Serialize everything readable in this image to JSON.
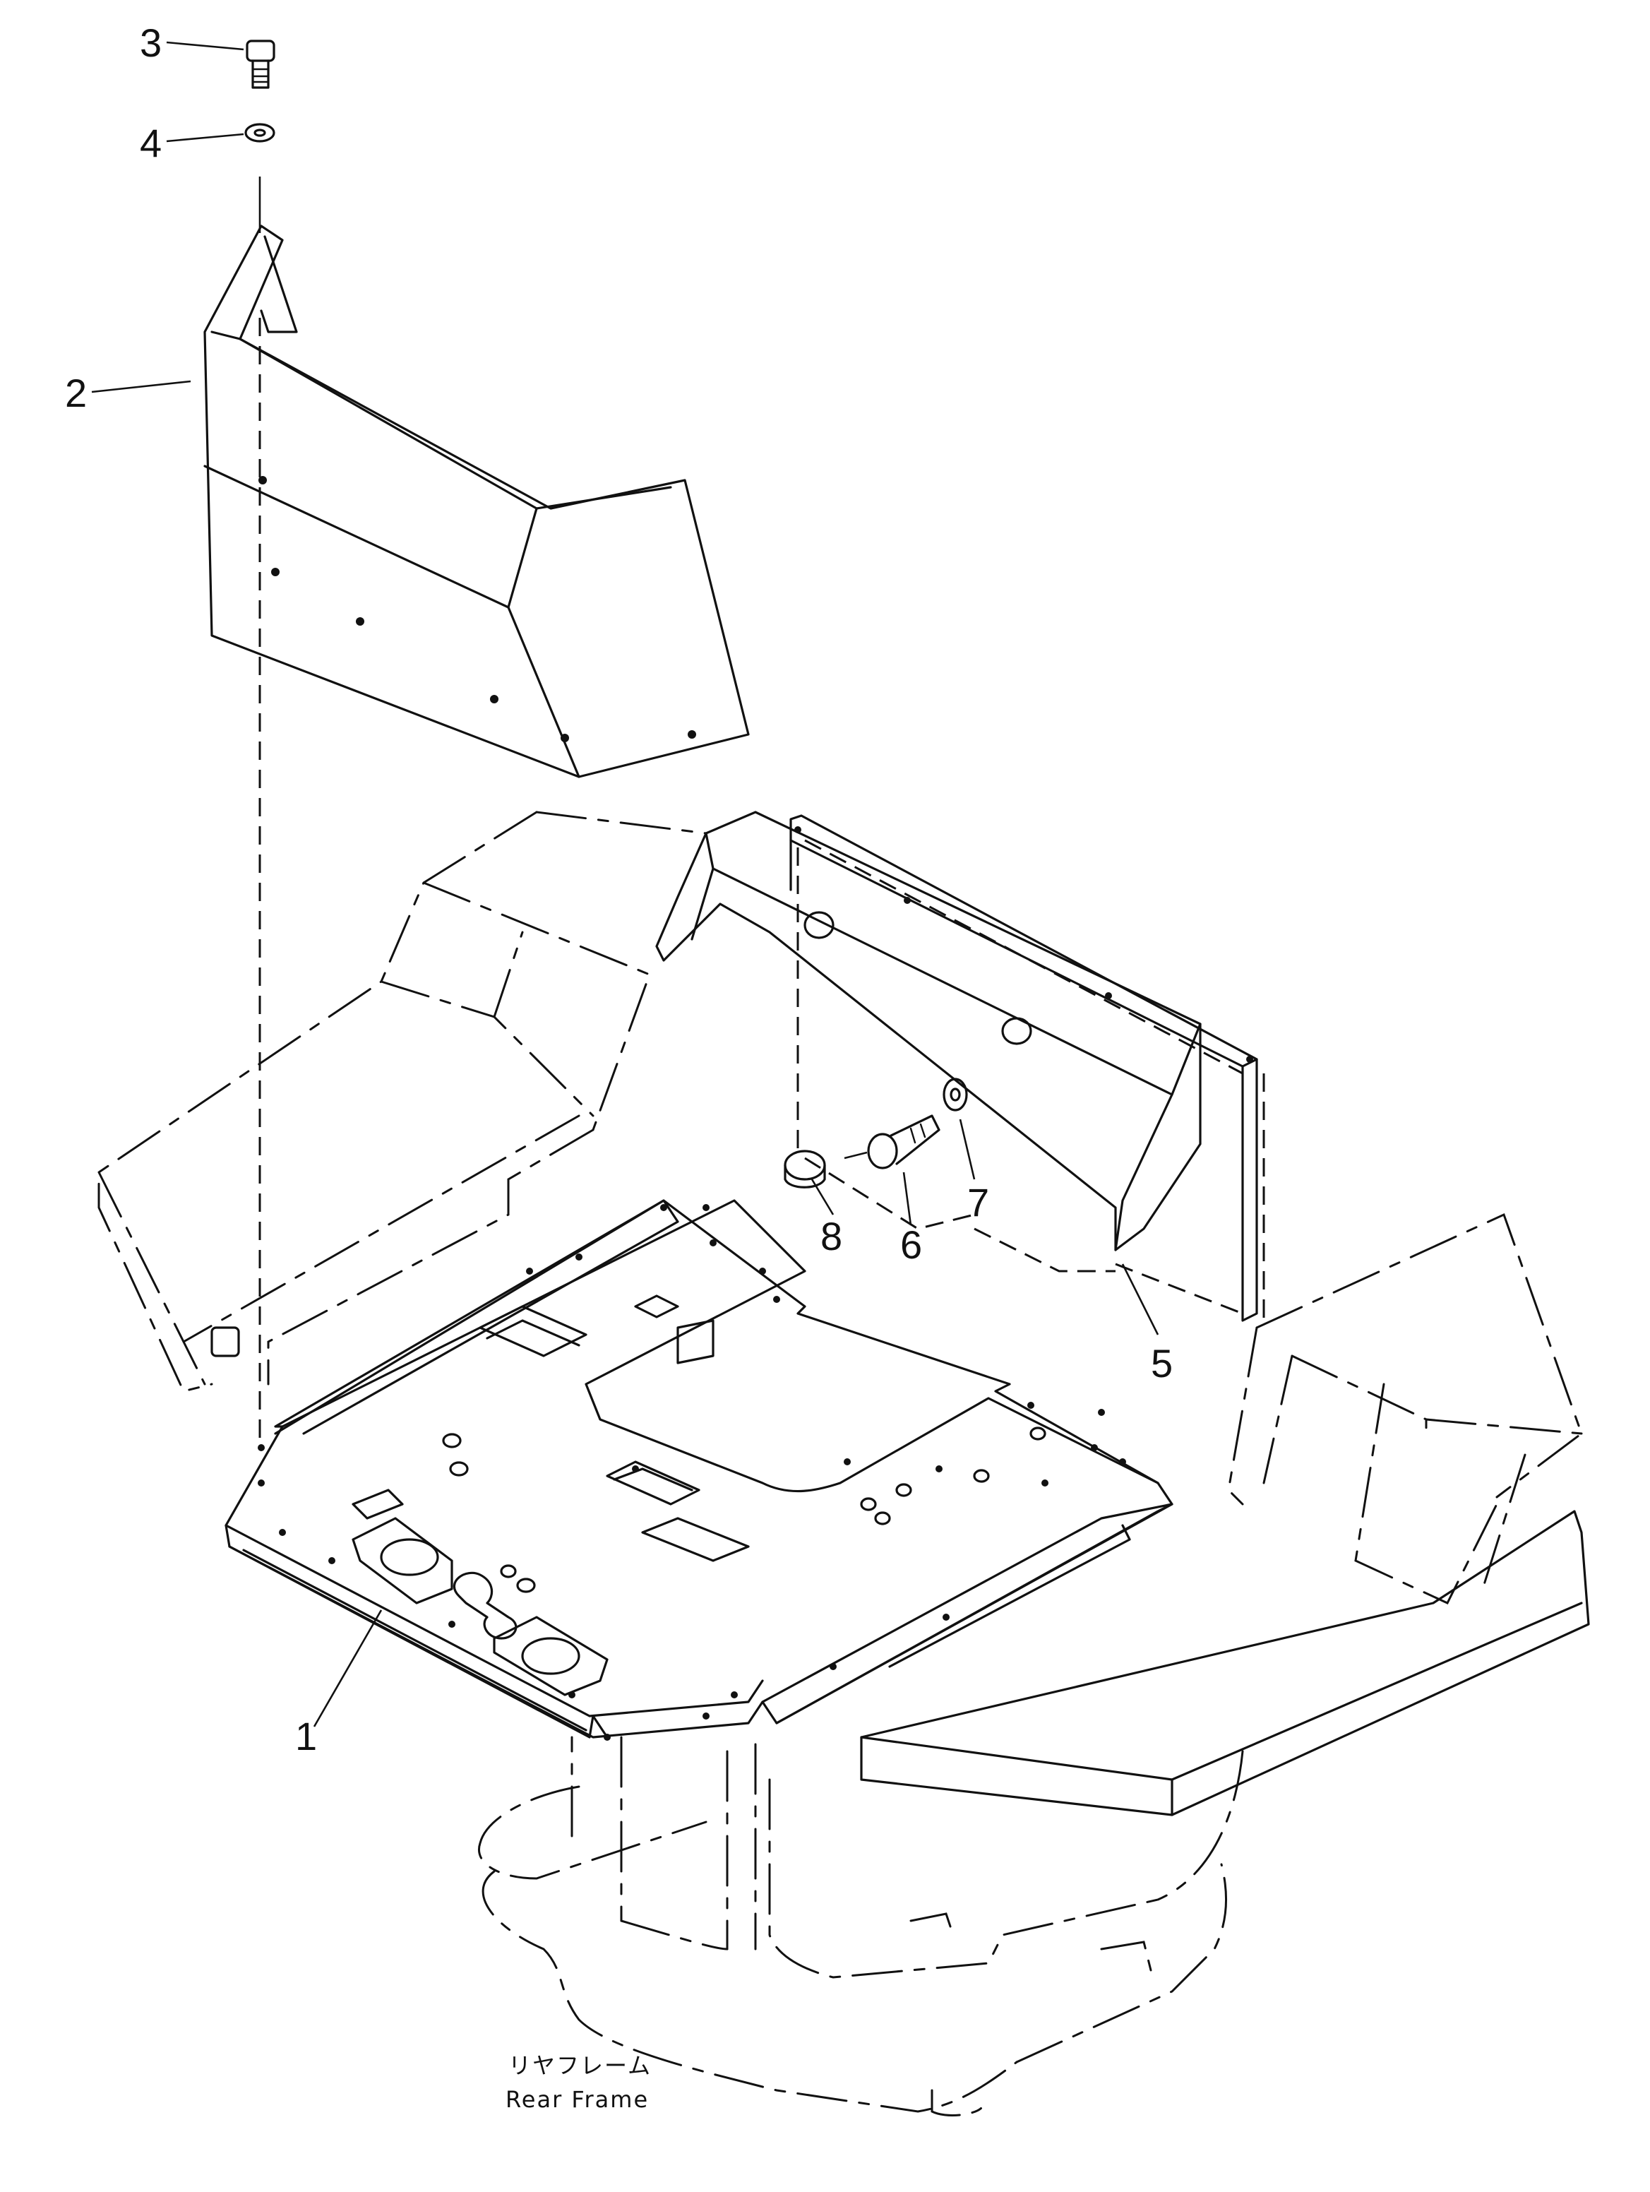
{
  "callouts": [
    {
      "id": "1",
      "label": "1",
      "part": "floor-plate"
    },
    {
      "id": "2",
      "label": "2",
      "part": "left-cover"
    },
    {
      "id": "3",
      "label": "3",
      "part": "bolt"
    },
    {
      "id": "4",
      "label": "4",
      "part": "washer"
    },
    {
      "id": "5",
      "label": "5",
      "part": "rear-cover"
    },
    {
      "id": "6",
      "label": "6",
      "part": "bolt"
    },
    {
      "id": "7",
      "label": "7",
      "part": "washer"
    },
    {
      "id": "8",
      "label": "8",
      "part": "plug"
    }
  ],
  "reference": {
    "label_jp": "リヤフレーム",
    "label_en": "Rear Frame"
  }
}
